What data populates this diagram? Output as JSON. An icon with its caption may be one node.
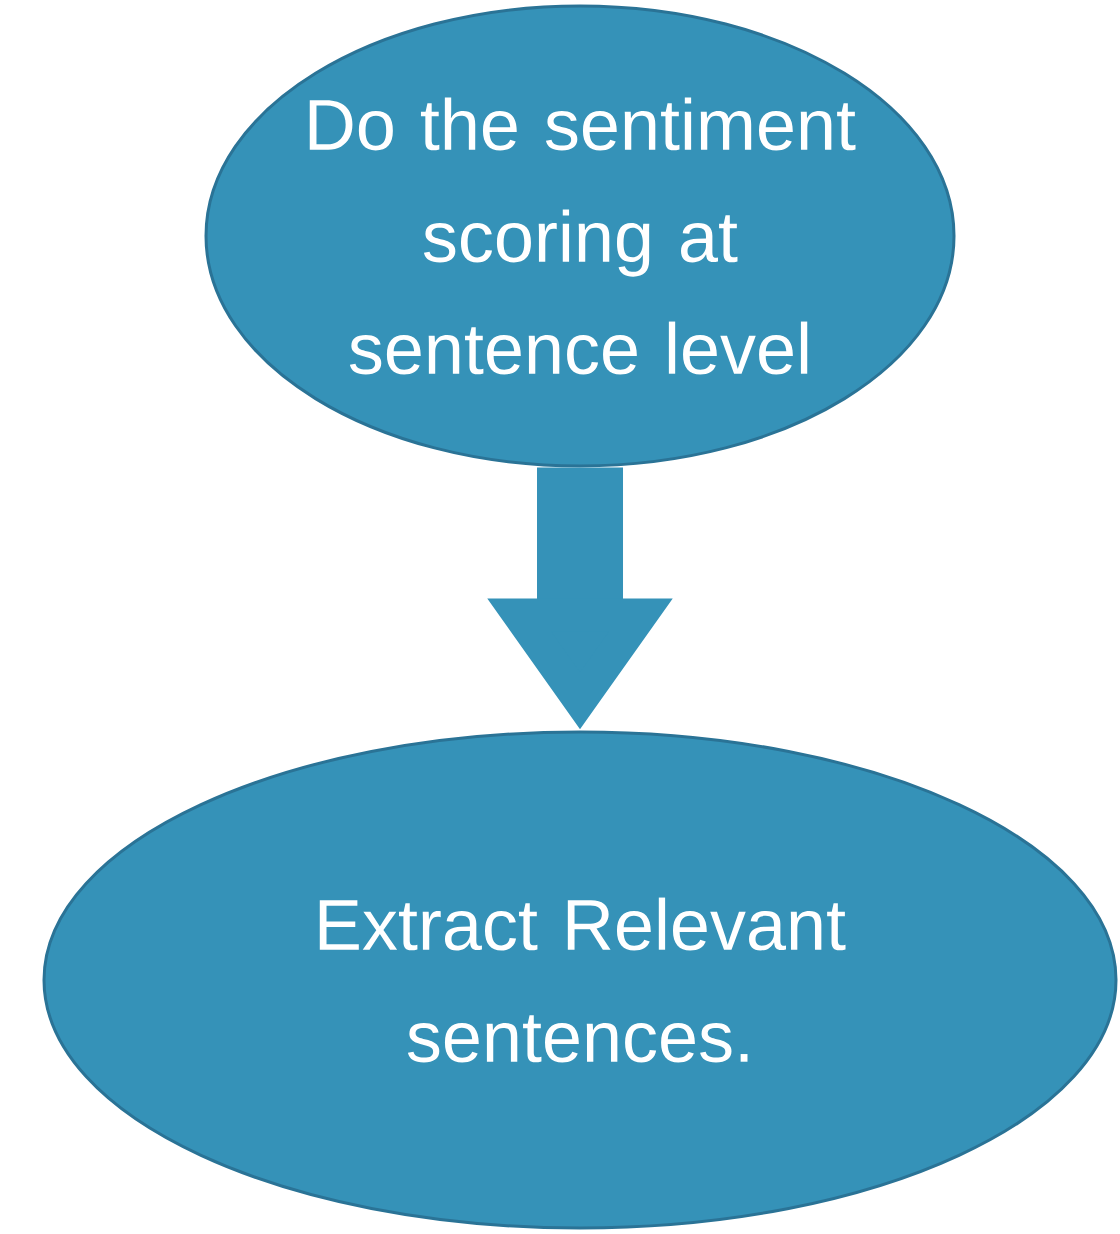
{
  "diagram": {
    "nodes": [
      {
        "text": [
          "Do the sentiment scoring at sentence level"
        ]
      },
      {
        "text": [
          "Extract Relevant sentences."
        ]
      }
    ],
    "edges": [
      {
        "from": 0,
        "to": 1,
        "arrow": "to"
      }
    ]
  }
}
